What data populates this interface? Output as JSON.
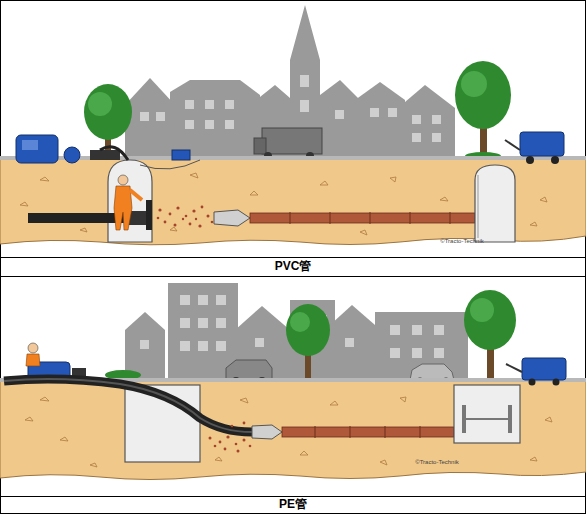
{
  "diagram": {
    "labels": [
      "©Tracto-Technik",
      "PVC管",
      "©Tracto-Technik",
      "PE管"
    ]
  }
}
